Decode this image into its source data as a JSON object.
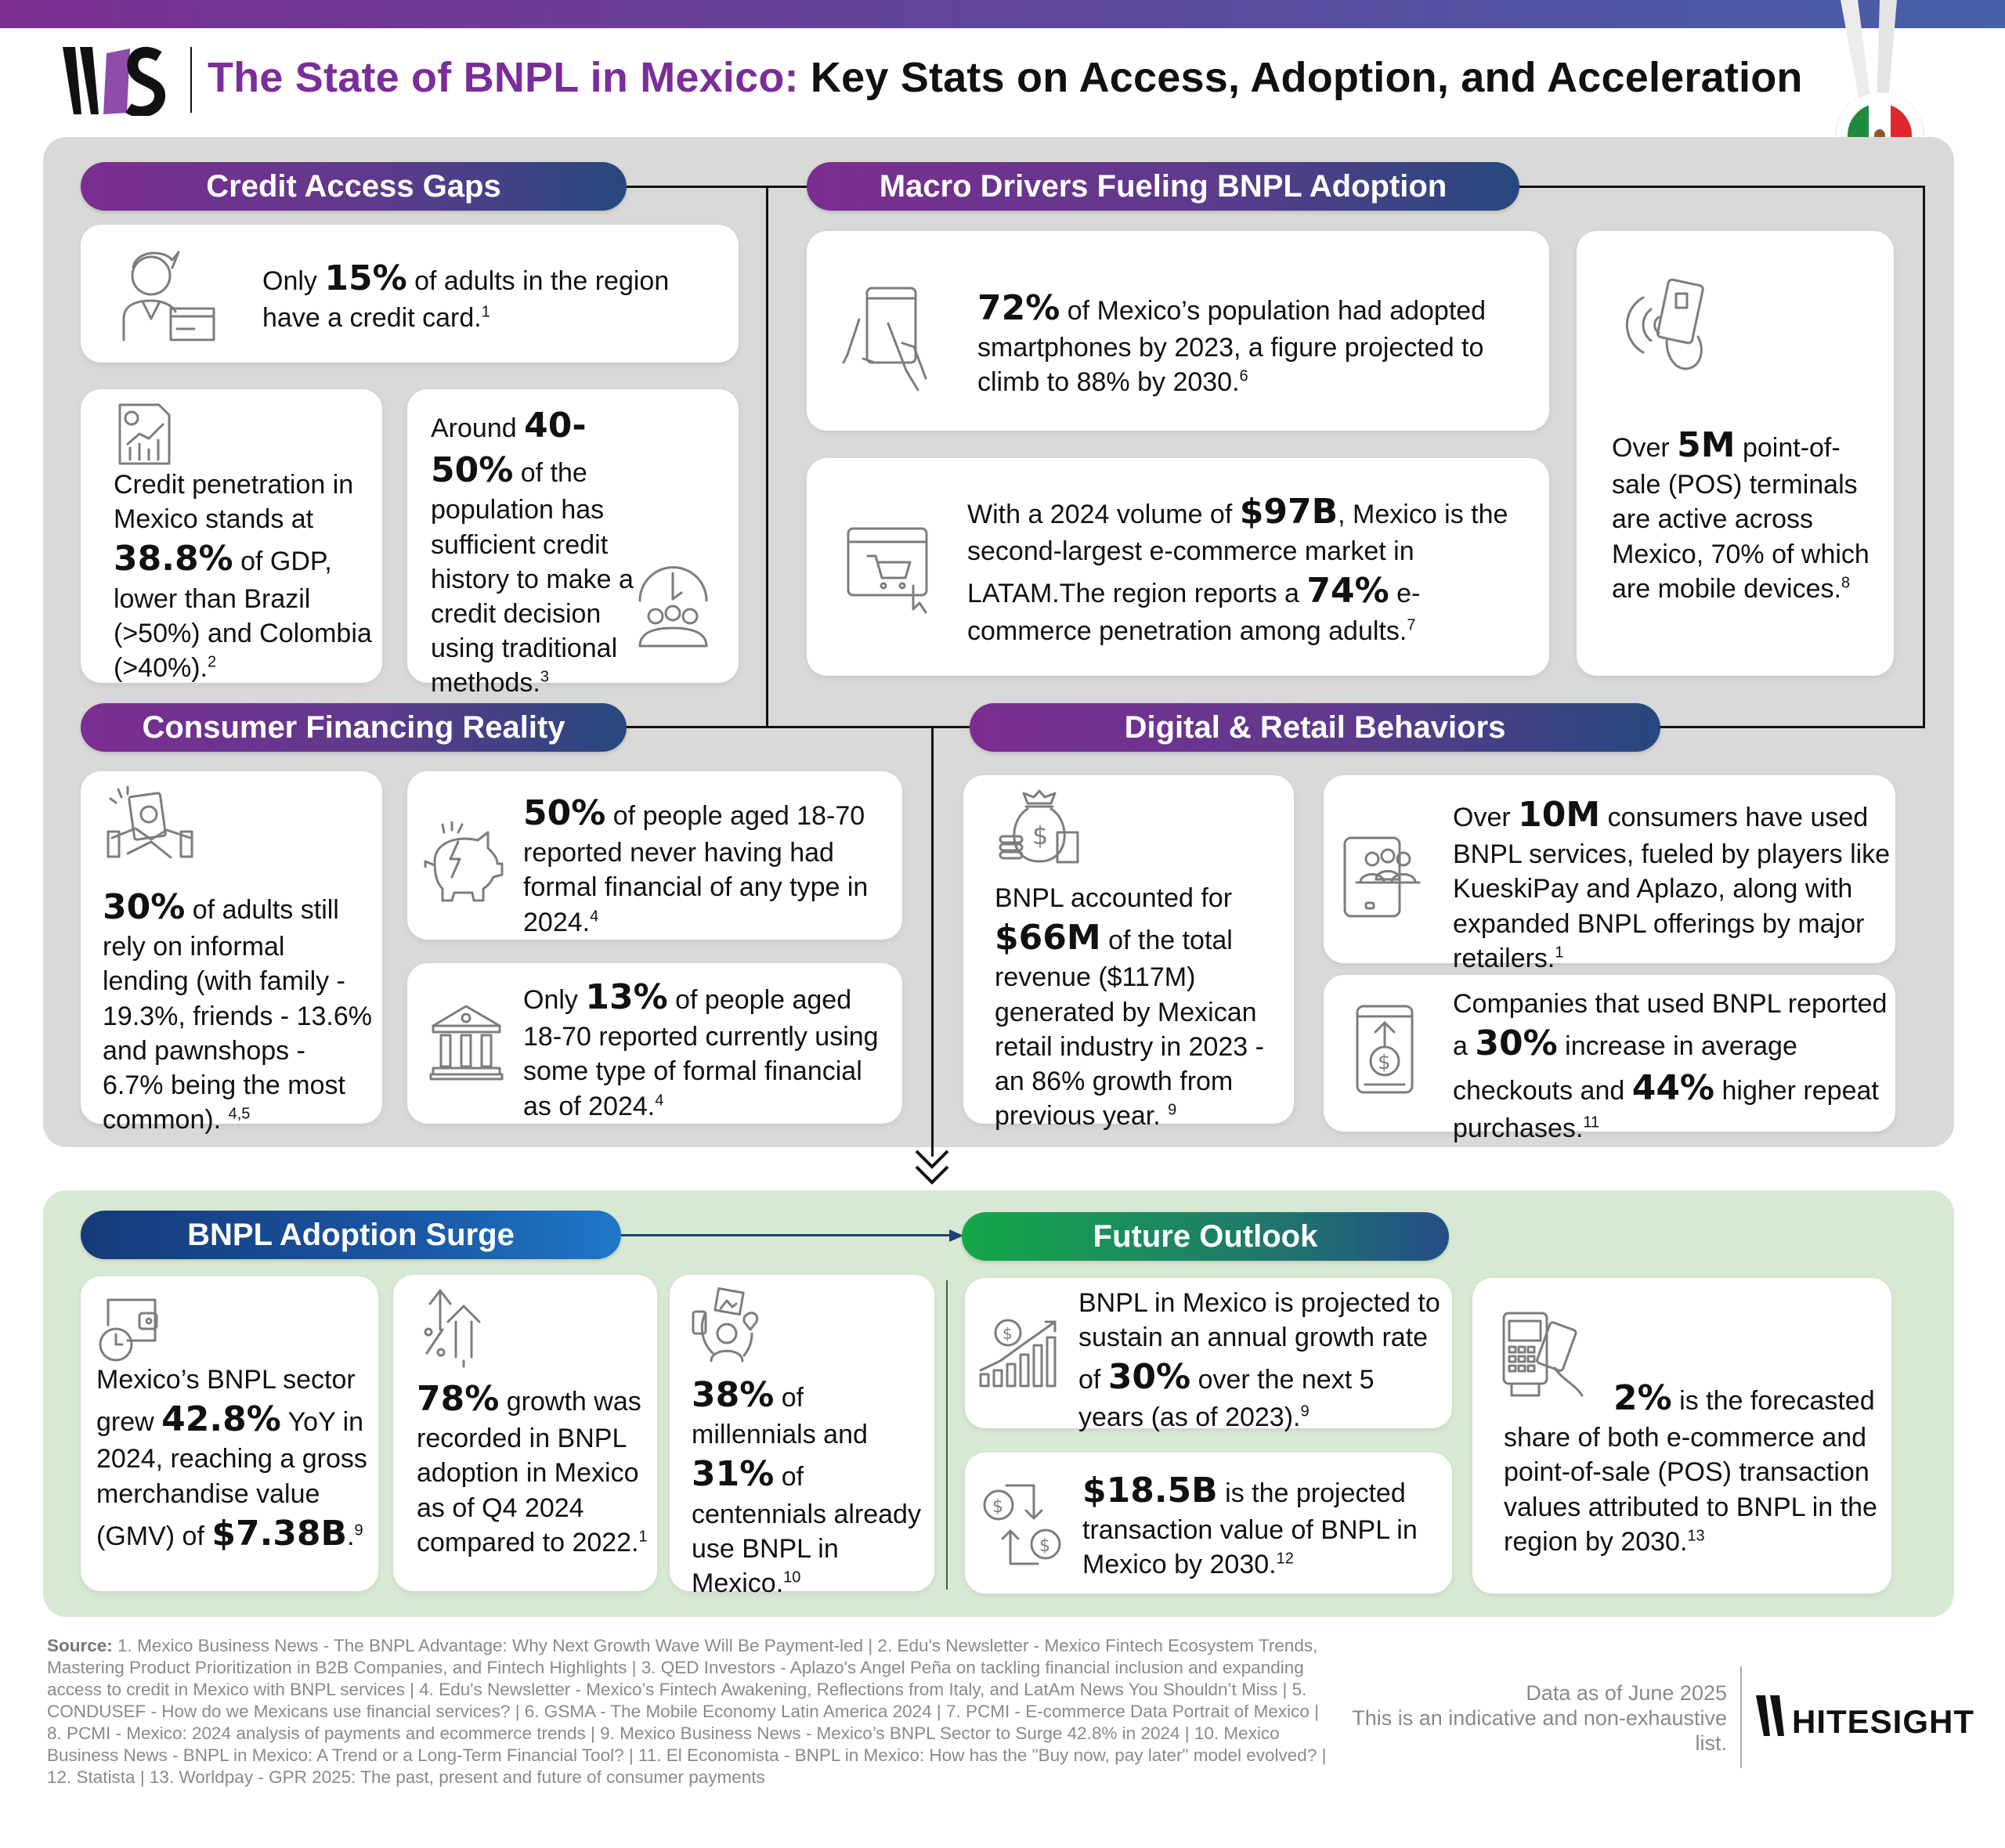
{
  "header": {
    "logo_text": "WS",
    "title_accent": "The State of BNPL in Mexico:",
    "title_rest": " Key Stats on Access, Adoption, and Acceleration",
    "flag": {
      "name": "Mexico",
      "colors": [
        "#1f8a3b",
        "#ffffff",
        "#e0262e"
      ]
    }
  },
  "colors": {
    "topbar_start": "#7a2f91",
    "topbar_end": "#4760a8",
    "gray_panel": "#d9d9d9",
    "green_panel": "#d8e9d3",
    "title_accent": "#7b2d9b",
    "icon_gray": "#7d7d7d"
  },
  "sections": {
    "credit_access_gaps": {
      "title": "Credit Access Gaps",
      "cards": [
        {
          "icon": "person-credit-card-icon",
          "pre": "Only ",
          "stat": "15%",
          "post": " of adults in the region have a credit card.",
          "ref": "1"
        },
        {
          "icon": "report-chart-icon",
          "pre": "Credit penetration in Mexico stands at ",
          "stat": "38.8%",
          "post": " of GDP, lower than Brazil (>50%) and Colombia (>40%).",
          "ref": "2"
        },
        {
          "icon": "clock-people-icon",
          "pre": "Around ",
          "stat": "40-50%",
          "post": " of the population has sufficient credit history to make a credit decision using traditional methods.",
          "ref": "3"
        }
      ]
    },
    "macro_drivers": {
      "title": "Macro Drivers Fueling BNPL Adoption",
      "cards": [
        {
          "icon": "hand-smartphone-icon",
          "pre": "",
          "stat": "72%",
          "post": " of Mexico’s population had adopted smartphones by 2023, a figure projected to climb to 88% by 2030.",
          "ref": "6"
        },
        {
          "icon": "browser-cart-icon",
          "pre": "With a 2024 volume of ",
          "stat": "$97B",
          "mid": ", Mexico is the second-largest e-commerce market in LATAM.The region reports a ",
          "stat2": "74%",
          "post": " e-commerce penetration among adults.",
          "ref": "7"
        },
        {
          "icon": "contactless-card-icon",
          "pre": "Over ",
          "stat": "5M",
          "post": " point-of-sale (POS) terminals are active across Mexico, 70% of which are mobile devices.",
          "ref": "8"
        }
      ]
    },
    "consumer_financing": {
      "title": "Consumer Financing Reality",
      "cards": [
        {
          "icon": "handshake-money-icon",
          "pre": "",
          "stat": "30%",
          "post": " of adults still rely on informal lending (with family - 19.3%, friends - 13.6% and pawnshops - 6.7% being the most common). ",
          "ref": "4,5"
        },
        {
          "icon": "broken-piggy-bank-icon",
          "pre": "",
          "stat": "50%",
          "post": " of people aged 18-70 reported never having had formal financial of any type in 2024.",
          "ref": "4"
        },
        {
          "icon": "bank-building-icon",
          "pre": "Only ",
          "stat": "13%",
          "post": " of people aged 18-70 reported currently using some type of formal financial as of 2024.",
          "ref": "4"
        }
      ]
    },
    "digital_retail": {
      "title": "Digital & Retail Behaviors",
      "cards": [
        {
          "icon": "money-bag-icon",
          "pre": "BNPL accounted for ",
          "stat": "$66M",
          "post": " of the total revenue ($117M) generated by Mexican retail industry in 2023 - an 86% growth from previous year. ",
          "ref": "9"
        },
        {
          "icon": "phone-users-icon",
          "pre": "Over ",
          "stat": "10M",
          "post": " consumers have used BNPL services, fueled by players like KueskiPay and Aplazo, along with expanded BNPL offerings by major retailers.",
          "ref": "1"
        },
        {
          "icon": "phone-dollar-up-icon",
          "pre": "Companies that used BNPL reported a ",
          "stat": "30%",
          "mid": " increase in average checkouts and ",
          "stat2": "44%",
          "post": " higher repeat purchases.",
          "ref": "11"
        }
      ]
    },
    "adoption_surge": {
      "title": "BNPL Adoption Surge",
      "cards": [
        {
          "icon": "wallet-clock-icon",
          "pre": "Mexico’s BNPL sector grew ",
          "stat": "42.8%",
          "mid": " YoY in 2024, reaching a gross merchandise value (GMV) of ",
          "stat2": "$7.38B",
          "post": ".",
          "ref": "9"
        },
        {
          "icon": "percent-arrows-up-icon",
          "pre": "",
          "stat": "78%",
          "post": " growth was recorded in BNPL adoption in Mexico as of Q4 2024 compared to 2022.",
          "ref": "1"
        },
        {
          "icon": "millennial-devices-icon",
          "pre": "",
          "stat": "38%",
          "mid": " of millennials and ",
          "stat2": "31%",
          "post": " of centennials already use BNPL in Mexico.",
          "ref": "10"
        }
      ]
    },
    "future_outlook": {
      "title": "Future Outlook",
      "cards": [
        {
          "icon": "dollar-growth-chart-icon",
          "pre": "BNPL in Mexico is projected to sustain an annual growth rate of ",
          "stat": "30%",
          "post": " over the next 5 years (as of 2023).",
          "ref": "9"
        },
        {
          "icon": "dollar-exchange-icon",
          "pre": "",
          "stat": "$18.5B",
          "post": " is the projected transaction value of BNPL in Mexico by 2030.",
          "ref": "12"
        },
        {
          "icon": "pos-terminal-card-icon",
          "pre": "",
          "stat": "2%",
          "post": " is the forecasted share of both e-commerce and point-of-sale (POS) transaction values attributed to BNPL in the region by 2030.",
          "ref": "13"
        }
      ]
    }
  },
  "footer": {
    "source_label": "Source:",
    "sources": "1. Mexico Business News - The BNPL Advantage: Why Next Growth Wave Will Be Payment-led | 2. Edu's Newsletter - Mexico Fintech Ecosystem Trends, Mastering Product Prioritization in B2B Companies, and Fintech Highlights | 3. QED Investors - Aplazo's Angel Peña on tackling financial inclusion and expanding access to credit in Mexico with BNPL services | 4. Edu's Newsletter - Mexico’s Fintech Awakening, Reflections from Italy, and LatAm News You Shouldn’t Miss | 5. CONDUSEF - How do we Mexicans use financial services? | 6. GSMA - The Mobile Economy Latin America 2024 | 7. PCMI - E-commerce Data Portrait of Mexico | 8. PCMI - Mexico: 2024 analysis of payments and ecommerce trends | 9. Mexico Business News - Mexico’s BNPL Sector to Surge 42.8% in 2024 | 10. Mexico Business News - BNPL in Mexico: A Trend or a Long-Term Financial Tool? | 11. El Economista - BNPL in Mexico: How has the \"Buy now, pay later\" model evolved? | 12. Statista | 13. Worldpay - GPR 2025: The past, present and future of consumer payments",
    "data_as_of": "Data as of June 2025",
    "disclaimer": "This is an indicative and non-exhaustive list.",
    "brand": "HITESIGHT",
    "brand_mark": "W"
  }
}
